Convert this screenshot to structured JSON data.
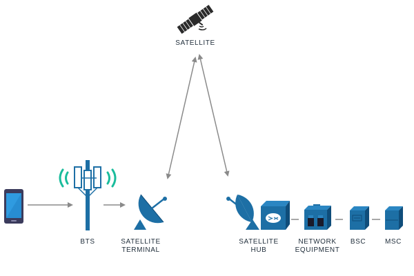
{
  "labels": {
    "satellite": "SATELLITE",
    "bts": "BTS",
    "satellite_terminal": [
      "SATELLITE",
      "TERMINAL"
    ],
    "satellite_hub": [
      "SATELLITE",
      "HUB"
    ],
    "network_equipment": [
      "NETWORK",
      "EQUIPMENT"
    ],
    "bsc": "BSC",
    "msc": "MSC"
  },
  "icons": {
    "phone": "mobile-phone-icon",
    "tower": "cell-tower-icon",
    "terminal_dish": "satellite-dish-icon",
    "hub_dish": "satellite-dish-icon",
    "hub_box": "router-box-icon",
    "network": "network-equipment-icon",
    "bsc": "server-icon",
    "msc": "server-icon",
    "satellite": "satellite-icon"
  },
  "colors": {
    "primary_blue": "#1d6fa5",
    "dark_blue": "#0f4d7a",
    "signal_green": "#1abc9c",
    "arrow_gray": "#8a8a8a",
    "phone_body": "#3b3b5c",
    "text": "#1f2d3a"
  }
}
